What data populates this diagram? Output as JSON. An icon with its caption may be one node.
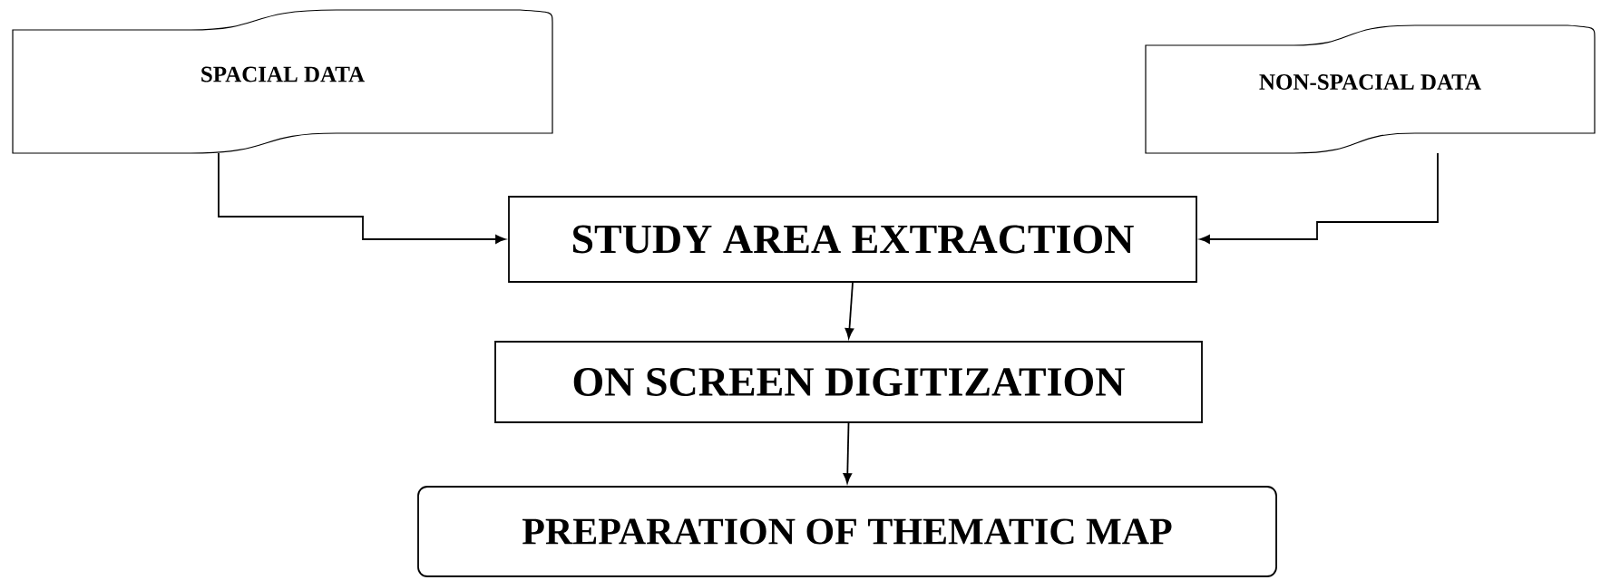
{
  "diagram": {
    "nodes": [
      {
        "text": [
          "SPACIAL DATA"
        ]
      },
      {
        "text": [
          "NON-SPACIAL DATA"
        ]
      },
      {
        "text": [
          "STUDY AREA EXTRACTION"
        ]
      },
      {
        "text": [
          "ON SCREEN DIGITIZATION"
        ]
      },
      {
        "text": [
          "PREPARATION OF THEMATIC MAP"
        ]
      }
    ],
    "edges": [
      {
        "from": 0,
        "to": 2,
        "arrow": "to"
      },
      {
        "from": 1,
        "to": 2,
        "arrow": "to"
      },
      {
        "from": 2,
        "to": 3,
        "arrow": "to"
      },
      {
        "from": 3,
        "to": 4,
        "arrow": "to"
      }
    ]
  }
}
